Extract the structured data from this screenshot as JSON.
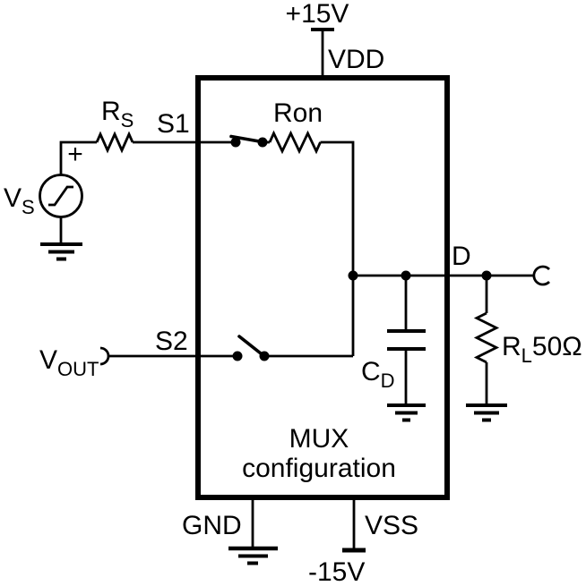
{
  "diagram": {
    "title": {
      "line1": "MUX",
      "line2": "configuration"
    },
    "supplies": {
      "vdd_voltage": "+15V",
      "vdd_pin": "VDD",
      "vss_voltage": "-15V",
      "vss_pin": "VSS",
      "gnd_pin": "GND"
    },
    "pins": {
      "s1": "S1",
      "s2": "S2",
      "d": "D"
    },
    "source": {
      "label_main": "V",
      "label_sub": "S",
      "polarity": "+"
    },
    "source_resistor": {
      "label_main": "R",
      "label_sub": "S"
    },
    "on_resistance": {
      "label": "Ron"
    },
    "output": {
      "label_main": "V",
      "label_sub": "OUT"
    },
    "load_resistor": {
      "label_main": "R",
      "label_sub": "L",
      "value": "50Ω"
    },
    "drain_capacitor": {
      "label_main": "C",
      "label_sub": "D"
    },
    "colors": {
      "accent_red": "#ed1c24",
      "line_black": "#000000"
    }
  }
}
